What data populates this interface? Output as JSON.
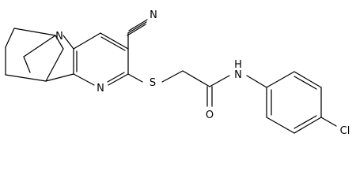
{
  "atoms": {
    "n_bridge": "N",
    "n_pyridine": "N",
    "n_nitrile": "N",
    "s_thioether": "S",
    "o_carbonyl": "O",
    "n_amide": "N",
    "h_amide": "H",
    "cl": "Cl"
  }
}
